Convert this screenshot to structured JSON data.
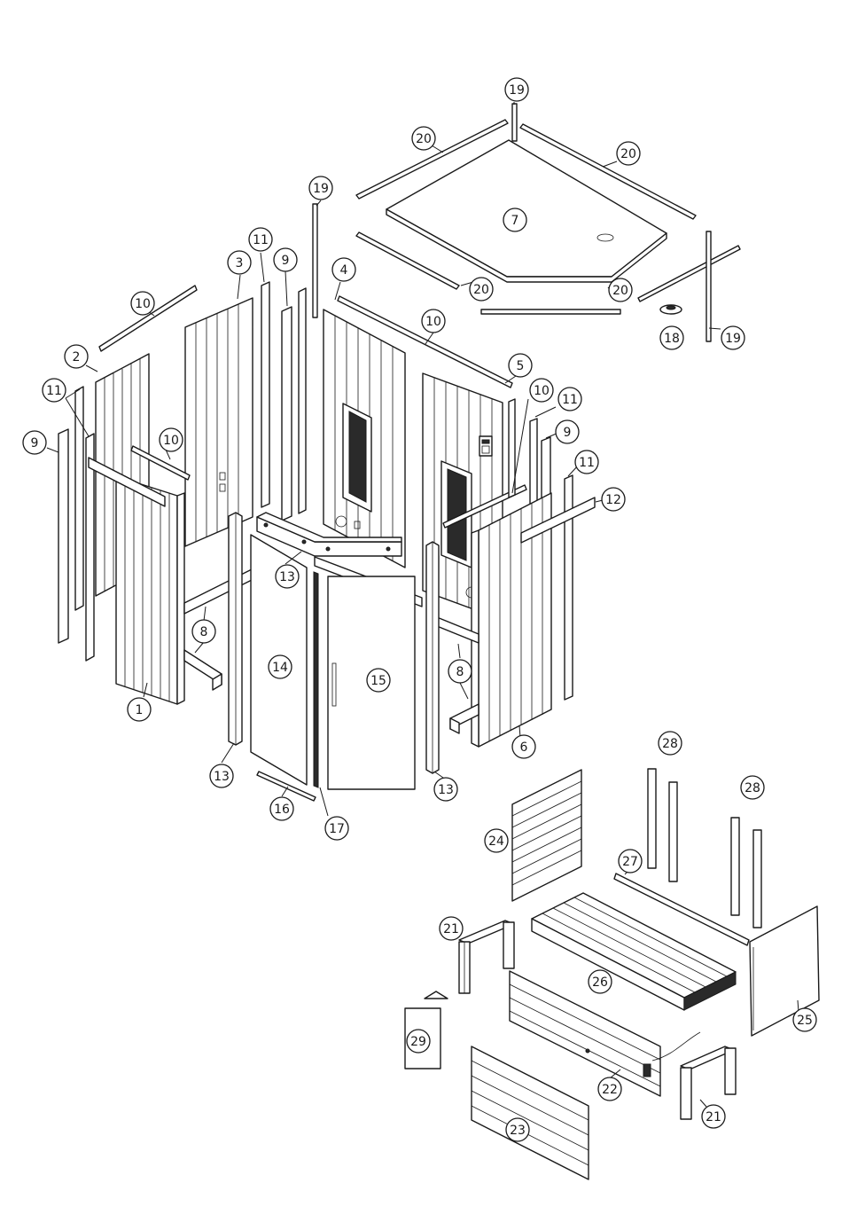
{
  "diagram": {
    "type": "exploded-assembly-view",
    "callouts": [
      {
        "id": "c-19-top",
        "label": "19"
      },
      {
        "id": "c-20-a",
        "label": "20"
      },
      {
        "id": "c-20-b",
        "label": "20"
      },
      {
        "id": "c-7",
        "label": "7"
      },
      {
        "id": "c-19-left",
        "label": "19"
      },
      {
        "id": "c-20-c",
        "label": "20"
      },
      {
        "id": "c-20-d",
        "label": "20"
      },
      {
        "id": "c-18",
        "label": "18"
      },
      {
        "id": "c-19-right",
        "label": "19"
      },
      {
        "id": "c-11-a",
        "label": "11"
      },
      {
        "id": "c-9-a",
        "label": "9"
      },
      {
        "id": "c-3",
        "label": "3"
      },
      {
        "id": "c-4",
        "label": "4"
      },
      {
        "id": "c-10-a",
        "label": "10"
      },
      {
        "id": "c-10-b",
        "label": "10"
      },
      {
        "id": "c-2",
        "label": "2"
      },
      {
        "id": "c-11-b",
        "label": "11"
      },
      {
        "id": "c-9-b",
        "label": "9"
      },
      {
        "id": "c-10-c",
        "label": "10"
      },
      {
        "id": "c-5",
        "label": "5"
      },
      {
        "id": "c-10-d",
        "label": "10"
      },
      {
        "id": "c-11-c",
        "label": "11"
      },
      {
        "id": "c-9-c",
        "label": "9"
      },
      {
        "id": "c-11-d",
        "label": "11"
      },
      {
        "id": "c-12",
        "label": "12"
      },
      {
        "id": "c-13-a",
        "label": "13"
      },
      {
        "id": "c-8-a",
        "label": "8"
      },
      {
        "id": "c-14",
        "label": "14"
      },
      {
        "id": "c-15",
        "label": "15"
      },
      {
        "id": "c-8-b",
        "label": "8"
      },
      {
        "id": "c-1",
        "label": "1"
      },
      {
        "id": "c-6",
        "label": "6"
      },
      {
        "id": "c-13-b",
        "label": "13"
      },
      {
        "id": "c-13-c",
        "label": "13"
      },
      {
        "id": "c-16",
        "label": "16"
      },
      {
        "id": "c-17",
        "label": "17"
      },
      {
        "id": "c-28-a",
        "label": "28"
      },
      {
        "id": "c-28-b",
        "label": "28"
      },
      {
        "id": "c-24",
        "label": "24"
      },
      {
        "id": "c-27",
        "label": "27"
      },
      {
        "id": "c-21-a",
        "label": "21"
      },
      {
        "id": "c-26",
        "label": "26"
      },
      {
        "id": "c-25",
        "label": "25"
      },
      {
        "id": "c-29",
        "label": "29"
      },
      {
        "id": "c-22",
        "label": "22"
      },
      {
        "id": "c-21-b",
        "label": "21"
      },
      {
        "id": "c-23",
        "label": "23"
      }
    ]
  }
}
